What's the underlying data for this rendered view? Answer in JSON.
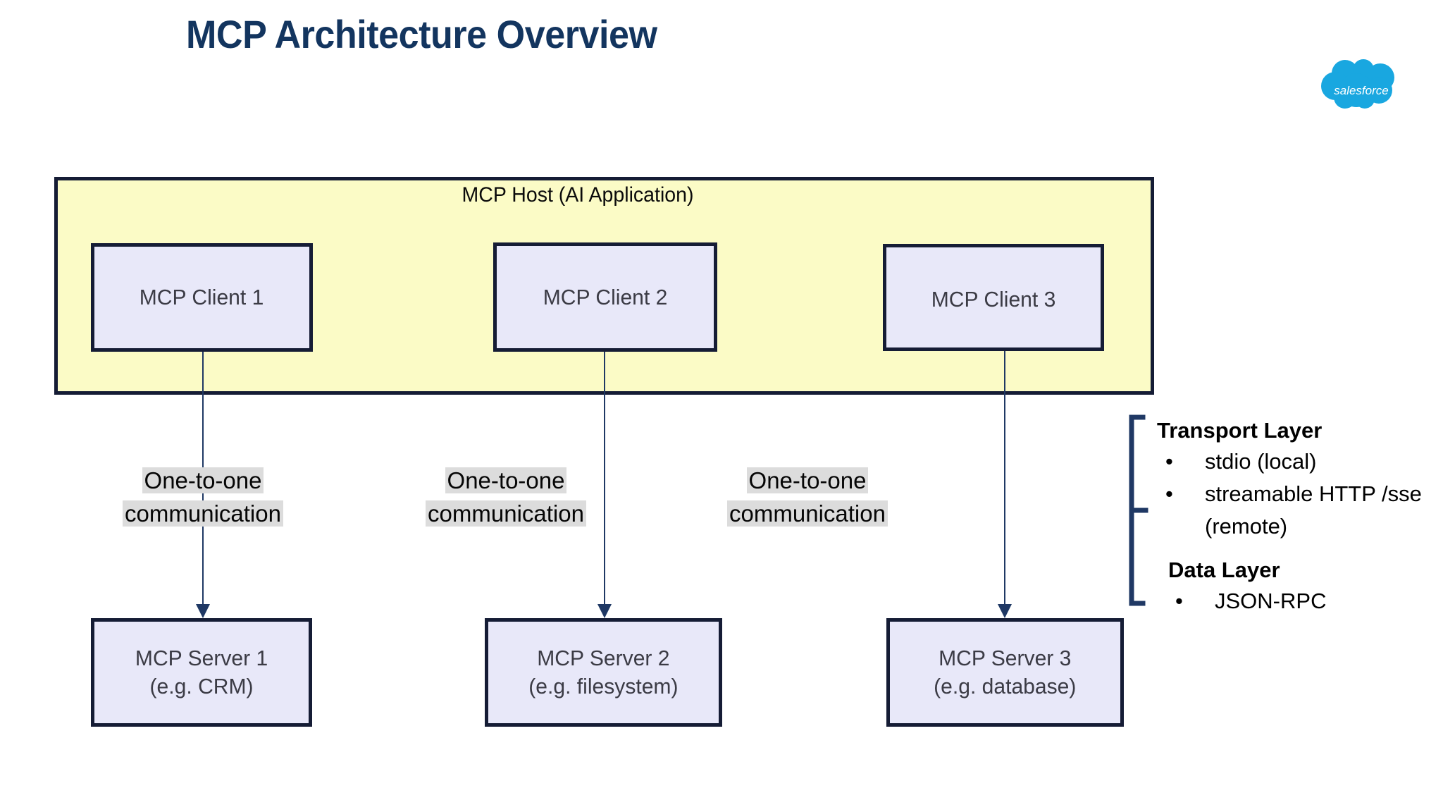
{
  "slide": {
    "title": "MCP Architecture Overview",
    "brand": {
      "name": "salesforce",
      "logo_icon": "salesforce-cloud-logo",
      "color": "#00A1E0"
    },
    "colors": {
      "title": "#13355F",
      "host_fill": "#FBFBC6",
      "node_fill": "#E8E8F9",
      "border": "#151C35",
      "connector": "#1F3864",
      "highlight": "#DCDCDC",
      "bracket": "#1F3864"
    }
  },
  "host": {
    "label": "MCP Host (AI Application)"
  },
  "clients": [
    {
      "label": "MCP Client 1"
    },
    {
      "label": "MCP Client 2"
    },
    {
      "label": "MCP Client 3"
    }
  ],
  "connector_labels": [
    {
      "line1": "One-to-one",
      "line2": "communication"
    },
    {
      "line1": "One-to-one",
      "line2": "communication"
    },
    {
      "line1": "One-to-one",
      "line2": "communication"
    }
  ],
  "servers": [
    {
      "line1": "MCP Server 1",
      "line2": "(e.g. CRM)"
    },
    {
      "line1": "MCP Server 2",
      "line2": "(e.g. filesystem)"
    },
    {
      "line1": "MCP Server 3",
      "line2": "(e.g. database)"
    }
  ],
  "legend": {
    "transport": {
      "heading": "Transport Layer",
      "items": [
        {
          "bullet": "•",
          "text": "stdio (local)"
        },
        {
          "bullet": "•",
          "text": "streamable HTTP /sse (remote)"
        }
      ]
    },
    "data": {
      "heading": "Data Layer",
      "items": [
        {
          "bullet": "•",
          "text": "JSON-RPC"
        }
      ]
    }
  }
}
